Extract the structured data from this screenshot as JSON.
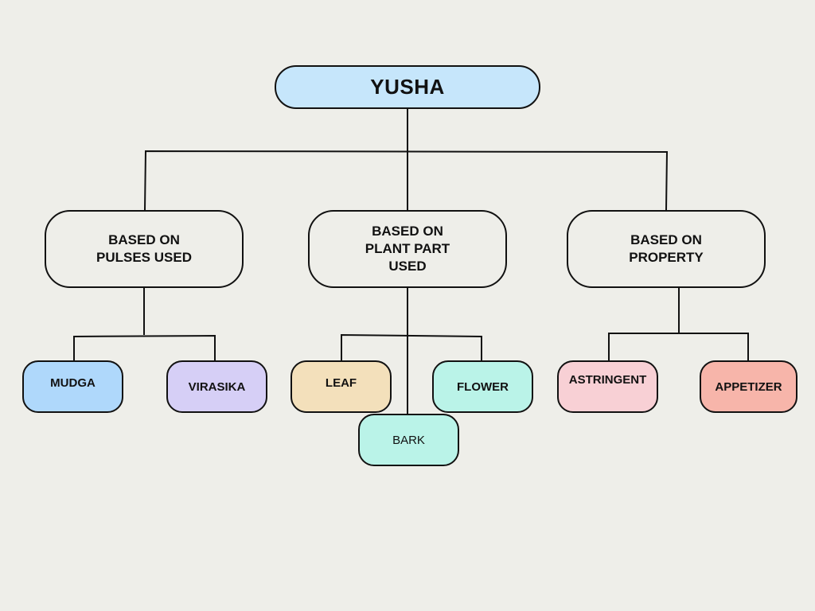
{
  "root": {
    "label": "YUSHA",
    "color": "#c6e6fb"
  },
  "categories": [
    {
      "lines": [
        "BASED ON",
        "PULSES USED"
      ]
    },
    {
      "lines": [
        "BASED ON",
        "PLANT PART",
        "USED"
      ]
    },
    {
      "lines": [
        "BASED ON",
        "PROPERTY"
      ]
    }
  ],
  "leaves": {
    "mudga": {
      "label": "MUDGA",
      "color": "#afd8fb"
    },
    "virasika": {
      "label": "VIRASIKA",
      "color": "#d6cff6"
    },
    "leaf": {
      "label": "LEAF",
      "color": "#f3e0bb"
    },
    "flower": {
      "label": "FLOWER",
      "color": "#baf3e8"
    },
    "bark": {
      "label": "BARK",
      "color": "#baf3e8"
    },
    "astringent": {
      "label": "ASTRINGENT",
      "color": "#f8d0d5"
    },
    "appetizer": {
      "label": "APPETIZER",
      "color": "#f7b5aa"
    }
  }
}
